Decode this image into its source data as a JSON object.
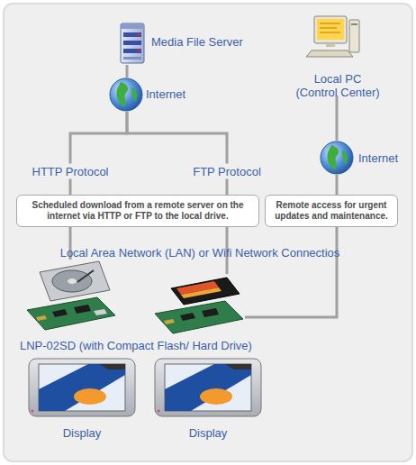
{
  "diagram": {
    "nodes": [
      {
        "text": [
          "Media File Server"
        ]
      },
      {
        "text": [
          "Internet"
        ]
      },
      {
        "text": [
          "Local PC (Control Center)"
        ]
      },
      {
        "text": [
          "Internet"
        ]
      },
      {
        "text": [
          "Scheduled download from a remote server on the internet via HTTP or FTP to the local drive."
        ]
      },
      {
        "text": [
          "Remote access for urgent updates and maintenance."
        ]
      },
      {
        "text": [
          "LNP-02SD (with Compact Flash/ Hard Drive)"
        ]
      },
      {
        "text": []
      },
      {
        "text": [
          "Display"
        ]
      },
      {
        "text": [
          "Display"
        ]
      }
    ],
    "edges": [
      {
        "from": 0,
        "to": 1,
        "arrow": "none"
      },
      {
        "from": 1,
        "to": 6,
        "label": "HTTP Protocol",
        "arrow": "none"
      },
      {
        "from": 1,
        "to": 7,
        "label": "FTP Protocol",
        "arrow": "none"
      },
      {
        "from": 2,
        "to": 3,
        "arrow": "none"
      },
      {
        "from": 3,
        "to": 7,
        "arrow": "none"
      }
    ],
    "labels": [
      "Local Area Network (LAN) or Wifi Network Connectios"
    ]
  }
}
